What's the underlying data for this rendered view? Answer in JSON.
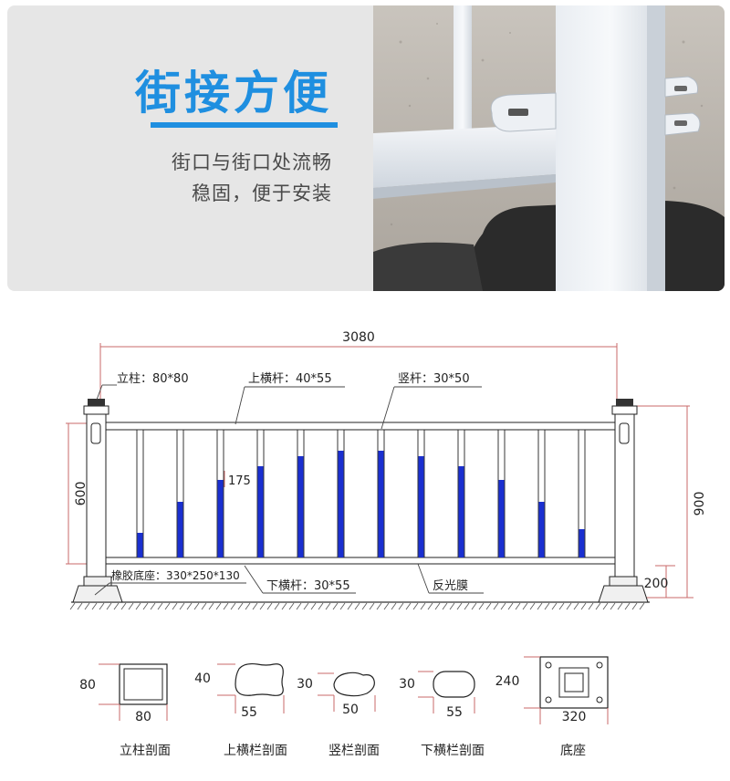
{
  "banner": {
    "title": "街接方便",
    "line1": "街口与街口处流畅",
    "line2": "稳固，便于安装",
    "accent": "#1f8fe0"
  },
  "diagram": {
    "total_width": "3080",
    "post_label": "立柱：80*80",
    "top_rail_label": "上横杆：40*55",
    "bar_label": "竖杆：30*50",
    "base_label": "橡胶底座：330*250*130",
    "bottom_rail_label": "下横杆：30*55",
    "film_label": "反光膜",
    "height_600": "600",
    "height_900": "900",
    "height_200": "200",
    "film_175": "175",
    "film_color": "#1a2fd0"
  },
  "sections": [
    {
      "label": "立柱剖面",
      "dim_side": "80",
      "dim_bottom": "80"
    },
    {
      "label": "上横栏剖面",
      "dim_side": "40",
      "dim_bottom": "55"
    },
    {
      "label": "竖栏剖面",
      "dim_side": "30",
      "dim_bottom": "50"
    },
    {
      "label": "下横栏剖面",
      "dim_side": "30",
      "dim_bottom": "55"
    },
    {
      "label": "底座",
      "dim_side": "240",
      "dim_bottom": "320"
    }
  ]
}
